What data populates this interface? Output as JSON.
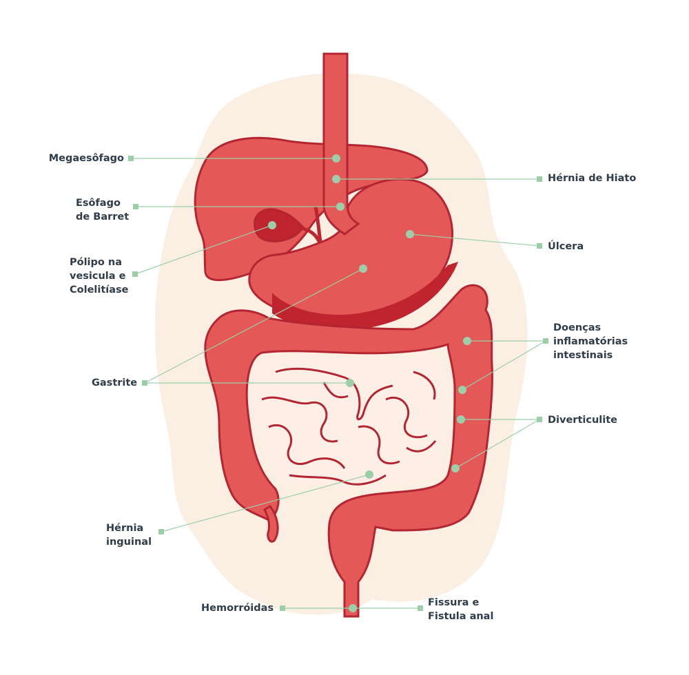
{
  "colors": {
    "background_blob": "#fbeee3",
    "organ_fill": "#e45858",
    "organ_dark": "#c0242f",
    "organ_stroke": "#b32530",
    "intestine_fill": "#fdefe6",
    "leader": "#9ccfa8",
    "dot": "#9ccfa8",
    "text": "#2f3d4a"
  },
  "labels": {
    "megaesofago": "Megaesôfago",
    "esofago_barret": "Esôfago\nde Barret",
    "polipo": "Pólipo na\nvesicula e\nColelitíase",
    "gastrite": "Gastrite",
    "hernia_inguinal": "Hérnia\ninguinal",
    "hemorroidas": "Hemorróidas",
    "hernia_hiato": "Hérnia de Hiato",
    "ulcera": "Úlcera",
    "doencas": "Doenças\ninflamatórias\nintestinais",
    "diverticulite": "Diverticulite",
    "fissura": "Fissura e\nFistula anal"
  }
}
